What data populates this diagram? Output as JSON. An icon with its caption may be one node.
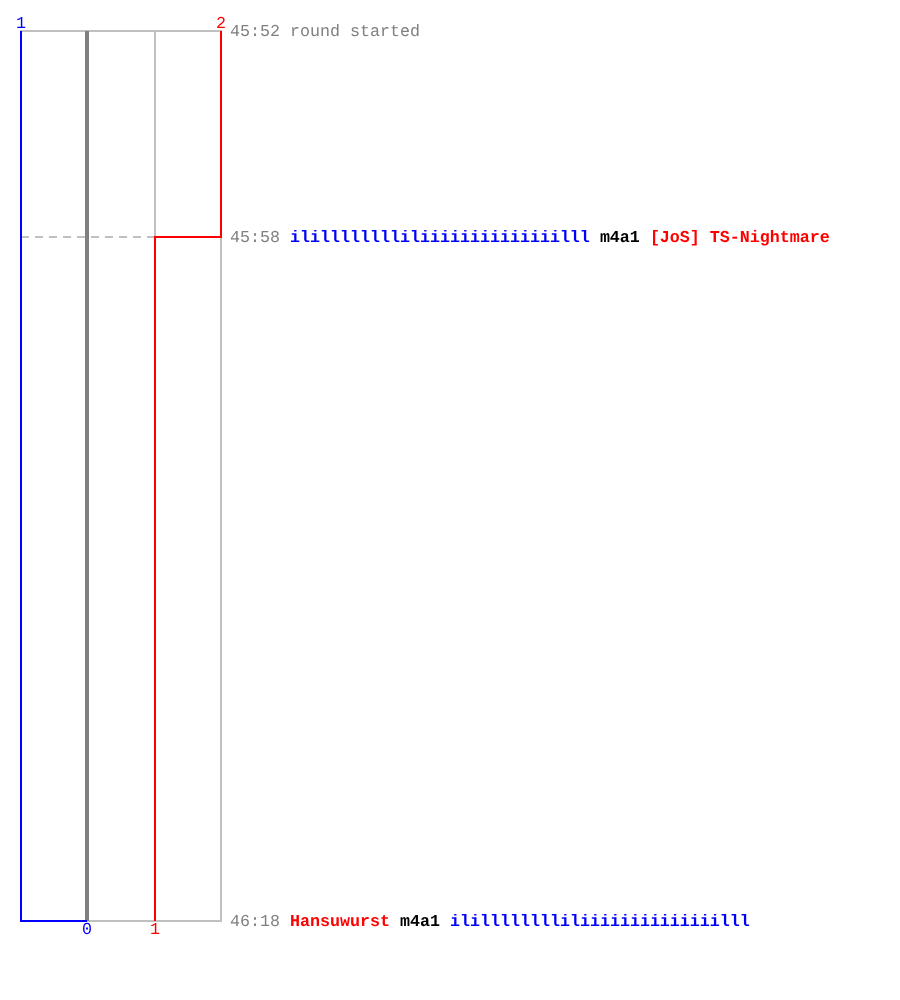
{
  "diagram": {
    "labels": [
      "1",
      "2",
      "45:52",
      "round started",
      "45:58",
      "ililllllllliliiiiiiiiiiiiiilll",
      "m4a1",
      "[JoS] TS-Nightmare",
      "46:18",
      "Hansuwurst",
      "m4a1",
      "ililllllllliliiiiiiiiiiiiiilll",
      "0",
      "1"
    ]
  }
}
